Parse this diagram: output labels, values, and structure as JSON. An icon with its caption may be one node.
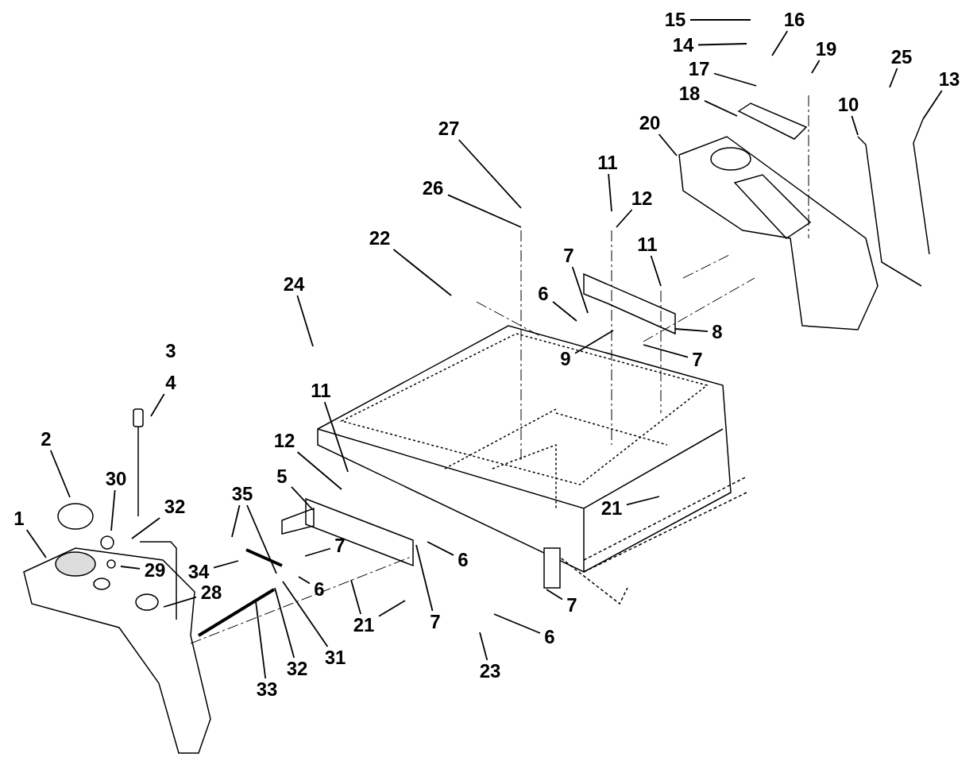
{
  "diagram": {
    "nodes": [
      {
        "text": [
          "15"
        ]
      },
      {
        "text": [
          "16"
        ]
      },
      {
        "text": [
          "14"
        ]
      },
      {
        "text": [
          "19"
        ]
      },
      {
        "text": [
          "25"
        ]
      },
      {
        "text": [
          "17"
        ]
      },
      {
        "text": [
          "13"
        ]
      },
      {
        "text": [
          "18"
        ]
      },
      {
        "text": [
          "10"
        ]
      },
      {
        "text": [
          "20"
        ]
      },
      {
        "text": [
          "27"
        ]
      },
      {
        "text": [
          "11"
        ]
      },
      {
        "text": [
          "26"
        ]
      },
      {
        "text": [
          "12"
        ]
      },
      {
        "text": [
          "22"
        ]
      },
      {
        "text": [
          "11"
        ]
      },
      {
        "text": [
          "7"
        ]
      },
      {
        "text": [
          "24"
        ]
      },
      {
        "text": [
          "6"
        ]
      },
      {
        "text": [
          "8"
        ]
      },
      {
        "text": [
          "9"
        ]
      },
      {
        "text": [
          "7"
        ]
      },
      {
        "text": [
          "11"
        ]
      },
      {
        "text": [
          "4"
        ]
      },
      {
        "text": [
          "2"
        ]
      },
      {
        "text": [
          "12"
        ]
      },
      {
        "text": [
          "5"
        ]
      },
      {
        "text": [
          "35"
        ]
      },
      {
        "text": [
          "30"
        ]
      },
      {
        "text": [
          "32"
        ]
      },
      {
        "text": [
          "1"
        ]
      },
      {
        "text": [
          "21"
        ]
      },
      {
        "text": [
          "7"
        ]
      },
      {
        "text": [
          "34"
        ]
      },
      {
        "text": [
          "6"
        ]
      },
      {
        "text": [
          "29"
        ]
      },
      {
        "text": [
          "6"
        ]
      },
      {
        "text": [
          "28"
        ]
      },
      {
        "text": [
          "7"
        ]
      },
      {
        "text": [
          "21"
        ]
      },
      {
        "text": [
          "7"
        ]
      },
      {
        "text": [
          "31"
        ]
      },
      {
        "text": [
          "32"
        ]
      },
      {
        "text": [
          "33"
        ]
      },
      {
        "text": [
          "6"
        ]
      },
      {
        "text": [
          "23"
        ]
      }
    ],
    "edges": [
      {
        "from": 0,
        "to": null,
        "arrow": "none"
      },
      {
        "from": 1,
        "to": null,
        "arrow": "none"
      },
      {
        "from": 2,
        "to": null,
        "arrow": "none"
      },
      {
        "from": 3,
        "to": null,
        "arrow": "none"
      },
      {
        "from": 4,
        "to": null,
        "arrow": "none"
      },
      {
        "from": 5,
        "to": null,
        "arrow": "none"
      },
      {
        "from": 6,
        "to": null,
        "arrow": "none"
      },
      {
        "from": 7,
        "to": null,
        "arrow": "none"
      },
      {
        "from": 8,
        "to": null,
        "arrow": "none"
      },
      {
        "from": 9,
        "to": null,
        "arrow": "none"
      },
      {
        "from": 10,
        "to": null,
        "arrow": "none"
      },
      {
        "from": 11,
        "to": null,
        "arrow": "none"
      },
      {
        "from": 12,
        "to": null,
        "arrow": "none"
      },
      {
        "from": 13,
        "to": null,
        "arrow": "none"
      },
      {
        "from": 14,
        "to": null,
        "arrow": "none"
      },
      {
        "from": 15,
        "to": null,
        "arrow": "none"
      },
      {
        "from": 16,
        "to": null,
        "arrow": "none"
      },
      {
        "from": 17,
        "to": null,
        "arrow": "none"
      },
      {
        "from": 18,
        "to": null,
        "arrow": "none"
      },
      {
        "from": 19,
        "to": null,
        "arrow": "none"
      },
      {
        "from": 20,
        "to": null,
        "arrow": "none"
      },
      {
        "from": 21,
        "to": null,
        "arrow": "none"
      },
      {
        "from": 22,
        "to": null,
        "arrow": "none"
      },
      {
        "from": 23,
        "to": null,
        "arrow": "none"
      },
      {
        "from": 24,
        "to": null,
        "arrow": "none"
      },
      {
        "from": 25,
        "to": null,
        "arrow": "none"
      },
      {
        "from": 26,
        "to": null,
        "arrow": "none"
      },
      {
        "from": 27,
        "to": null,
        "arrow": "none"
      },
      {
        "from": 27,
        "to": null,
        "arrow": "none"
      },
      {
        "from": 28,
        "to": null,
        "arrow": "none"
      },
      {
        "from": 29,
        "to": null,
        "arrow": "none"
      },
      {
        "from": 30,
        "to": null,
        "arrow": "none"
      },
      {
        "from": 31,
        "to": null,
        "arrow": "none"
      },
      {
        "from": 32,
        "to": null,
        "arrow": "none"
      },
      {
        "from": 33,
        "to": null,
        "arrow": "none"
      },
      {
        "from": 34,
        "to": null,
        "arrow": "none"
      },
      {
        "from": 35,
        "to": null,
        "arrow": "none"
      },
      {
        "from": 36,
        "to": null,
        "arrow": "none"
      },
      {
        "from": 37,
        "to": null,
        "arrow": "none"
      },
      {
        "from": 38,
        "to": null,
        "arrow": "none"
      },
      {
        "from": 39,
        "to": null,
        "arrow": "none"
      },
      {
        "from": 39,
        "to": null,
        "arrow": "none"
      },
      {
        "from": 40,
        "to": null,
        "arrow": "none"
      },
      {
        "from": 41,
        "to": null,
        "arrow": "none"
      },
      {
        "from": 42,
        "to": null,
        "arrow": "none"
      },
      {
        "from": 43,
        "to": null,
        "arrow": "none"
      },
      {
        "from": 44,
        "to": null,
        "arrow": "none"
      },
      {
        "from": 45,
        "to": null,
        "arrow": "none"
      }
    ],
    "labels": [
      "3"
    ]
  }
}
